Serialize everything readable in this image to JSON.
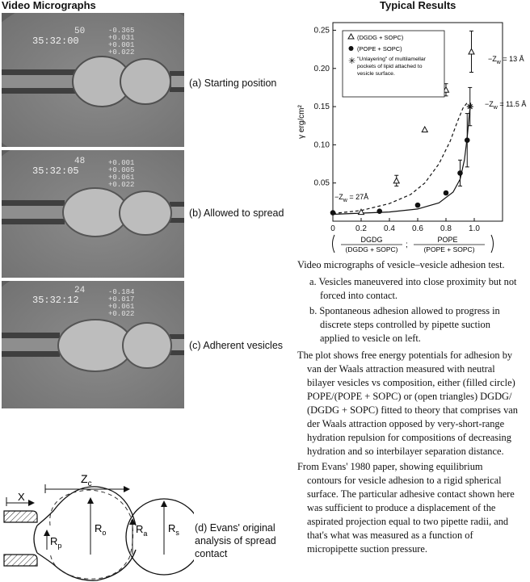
{
  "headings": {
    "left": "Video Micrographs",
    "right": "Typical Results"
  },
  "micrographs": [
    {
      "caption": "(a) Starting position",
      "frame": "50",
      "time": "35:32:00",
      "readout": [
        "-0.365",
        "+0.031",
        "+0.001",
        "+0.022"
      ]
    },
    {
      "caption": "(b) Allowed to spread",
      "frame": "48",
      "time": "35:32:05",
      "readout": [
        "+0.001",
        "+0.005",
        "+0.061",
        "+0.022"
      ]
    },
    {
      "caption": "(c) Adherent vesicles",
      "frame": "24",
      "time": "35:32:12",
      "readout": [
        "-0.184",
        "+0.017",
        "+0.061",
        "+0.022"
      ]
    }
  ],
  "schematic": {
    "caption": [
      "(d) Evans' original",
      "analysis of spread",
      "contact"
    ],
    "labels": {
      "zc": "Z",
      "zc_sub": "c",
      "x": "X",
      "rp": "R",
      "rp_sub": "p",
      "ro": "R",
      "ro_sub": "o",
      "ra": "R",
      "ra_sub": "a",
      "rs": "R",
      "rs_sub": "s"
    }
  },
  "chart_data": {
    "type": "scatter",
    "xlabel": "(DGDG/(DGDG + SOPC); POPE/(POPE + SOPC))",
    "xlabel_parts": {
      "num1": "DGDG",
      "den1": "(DGDG + SOPC)",
      "sep": ";",
      "num2": "POPE",
      "den2": "(POPE + SOPC)"
    },
    "ylabel": "γ erg/cm²",
    "xlim": [
      0,
      1.2
    ],
    "ylim": [
      0,
      0.26
    ],
    "x_ticks": [
      "0",
      "0.2",
      "0.4",
      "0.6",
      "0.8",
      "1.0"
    ],
    "y_ticks": [
      "0.05",
      "0.10",
      "0.15",
      "0.20",
      "0.25"
    ],
    "legend": [
      {
        "marker": "triangle",
        "label": "(DGDG + SOPC)"
      },
      {
        "marker": "circle",
        "label": "(POPE + SOPC)"
      },
      {
        "marker": "asterisk",
        "label": "\"Unlayering\" of multilamellar pockets of lipid attached to vesicle surface."
      }
    ],
    "legend_lines": [
      "\"Unlayering\" of multilamellar",
      "pockets of lipid attached to",
      "vesicle surface."
    ],
    "series": [
      {
        "name": "(DGDG + SOPC)",
        "marker": "triangle",
        "points": [
          {
            "x": 0.2,
            "y": 0.012
          },
          {
            "x": 0.45,
            "y": 0.053,
            "err": 0.007
          },
          {
            "x": 0.65,
            "y": 0.12
          },
          {
            "x": 0.8,
            "y": 0.172,
            "err": 0.008
          },
          {
            "x": 0.98,
            "y": 0.222,
            "err": 0.027
          }
        ]
      },
      {
        "name": "(POPE + SOPC)",
        "marker": "circle",
        "points": [
          {
            "x": 0.0,
            "y": 0.011
          },
          {
            "x": 0.33,
            "y": 0.013
          },
          {
            "x": 0.6,
            "y": 0.021
          },
          {
            "x": 0.8,
            "y": 0.037
          },
          {
            "x": 0.9,
            "y": 0.063,
            "err": 0.017
          },
          {
            "x": 0.95,
            "y": 0.106,
            "err": 0.035
          }
        ]
      },
      {
        "name": "\"Unlayering\" of multilamellar pockets of lipid attached to vesicle surface.",
        "marker": "asterisk",
        "points": [
          {
            "x": 0.97,
            "y": 0.15,
            "err": 0.025
          }
        ]
      }
    ],
    "curves": [
      {
        "style": "solid",
        "points": [
          [
            0,
            0.009
          ],
          [
            0.4,
            0.012
          ],
          [
            0.6,
            0.016
          ],
          [
            0.75,
            0.024
          ],
          [
            0.85,
            0.038
          ],
          [
            0.9,
            0.055
          ],
          [
            0.93,
            0.08
          ],
          [
            0.95,
            0.11
          ],
          [
            0.965,
            0.14
          ],
          [
            0.975,
            0.155
          ]
        ]
      },
      {
        "style": "dashed",
        "points": [
          [
            0,
            0.01
          ],
          [
            0.2,
            0.014
          ],
          [
            0.4,
            0.023
          ],
          [
            0.55,
            0.035
          ],
          [
            0.65,
            0.05
          ],
          [
            0.75,
            0.075
          ],
          [
            0.83,
            0.105
          ],
          [
            0.88,
            0.13
          ],
          [
            0.92,
            0.148
          ],
          [
            0.95,
            0.155
          ]
        ]
      }
    ],
    "annotations": [
      {
        "text": "−Z",
        "sub": "w",
        "rest": " = 13 Å"
      },
      {
        "text": "−Z",
        "sub": "w",
        "rest": " = 11.5 Å"
      },
      {
        "text": "−Z",
        "sub": "w",
        "rest": " = 27Å"
      }
    ]
  },
  "text": {
    "caption_title": "Video micrographs of vesicle–vesicle adhesion test.",
    "item_a": [
      "a.",
      "Vesicles maneuvered into close proximity but not",
      "forced into contact."
    ],
    "item_b": [
      "b.",
      "Spontaneous adhesion allowed to progress in",
      "discrete steps controlled by pipette suction",
      "applied to vesicle on left."
    ],
    "plot_description": [
      "The plot shows free energy potentials for adhesion by",
      "van der Waals attraction measured with neutral",
      "bilayer vesicles vs composition, either (filled circle)",
      "POPE/(POPE + SOPC) or (open triangles) DGDG/",
      "(DGDG + SOPC) fitted to theory that comprises van",
      "der Waals attraction opposed by very-short-range",
      "hydration repulsion for compositions of decreasing",
      "hydration and so interbilayer separation distance."
    ],
    "evans_description": [
      "From Evans' 1980 paper, showing equilibrium",
      "contours for vesicle adhesion to a rigid spherical",
      "surface. The particular adhesive contact shown here",
      "was sufficient to produce a displacement of the",
      "aspirated projection equal to two pipette radii, and",
      "that's what was measured as a function of",
      "micropipette suction pressure."
    ]
  }
}
